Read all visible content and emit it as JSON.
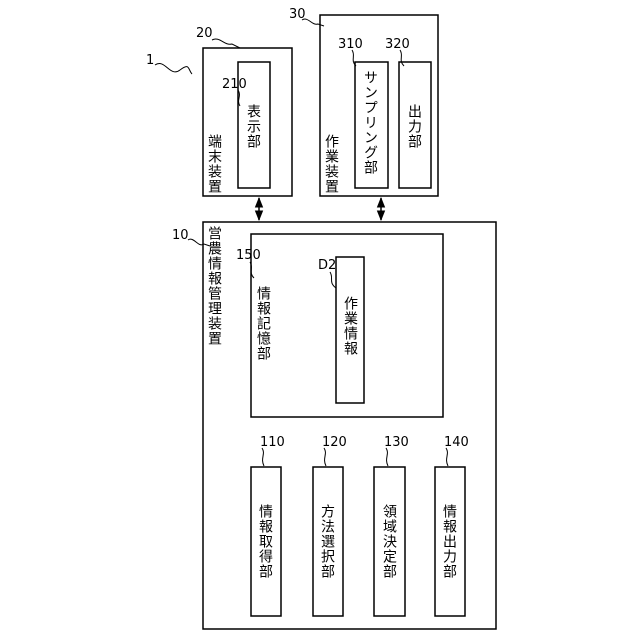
{
  "system_ref": "1",
  "terminal": {
    "ref": "20",
    "label": "端末装置",
    "display": {
      "ref": "210",
      "label": "表示部"
    }
  },
  "work_device": {
    "ref": "30",
    "label": "作業装置",
    "sampling": {
      "ref": "310",
      "label": "サンプリング部"
    },
    "output": {
      "ref": "320",
      "label": "出力部"
    }
  },
  "manager": {
    "ref": "10",
    "label": "営農情報管理装置",
    "storage": {
      "ref": "150",
      "label": "情報記憶部",
      "work_info": {
        "ref": "D2",
        "label": "作業情報"
      }
    },
    "units": [
      {
        "ref": "110",
        "label": "情報取得部"
      },
      {
        "ref": "120",
        "label": "方法選択部"
      },
      {
        "ref": "130",
        "label": "領域決定部"
      },
      {
        "ref": "140",
        "label": "情報出力部"
      }
    ]
  }
}
